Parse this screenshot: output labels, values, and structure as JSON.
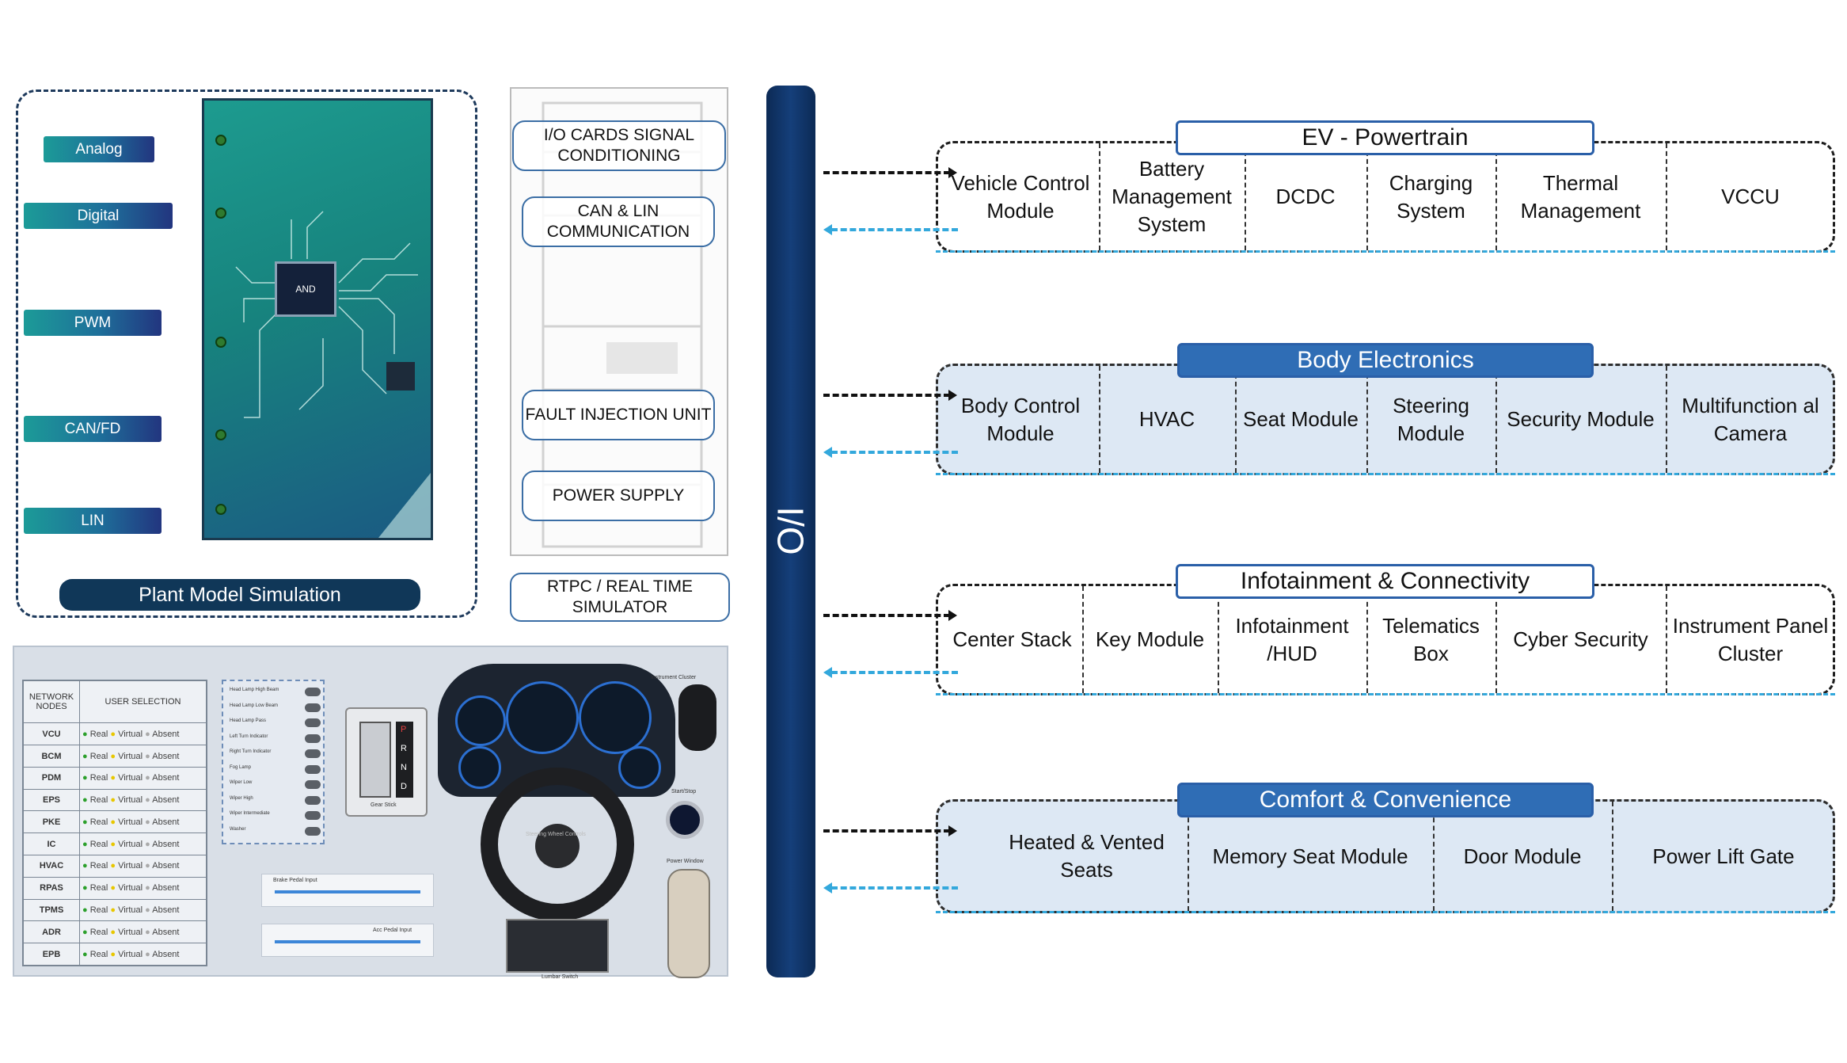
{
  "plant": {
    "signals": [
      "Analog",
      "Digital",
      "PWM",
      "CAN/FD",
      "LIN"
    ],
    "chip_label": "AND",
    "label": "Plant Model Simulation"
  },
  "rtpc": {
    "rack_labels": [
      "I/O CARDS SIGNAL CONDITIONING",
      "CAN & LIN COMMUNICATION",
      "FAULT INJECTION UNIT",
      "POWER SUPPLY"
    ],
    "label": "RTPC / REAL TIME SIMULATOR"
  },
  "dashboard": {
    "table_headers": [
      "NETWORK NODES",
      "USER SELECTION"
    ],
    "nodes": [
      "VCU",
      "BCM",
      "PDM",
      "EPS",
      "PKE",
      "IC",
      "HVAC",
      "RPAS",
      "TPMS",
      "ADR",
      "EPB"
    ],
    "options": [
      "Real",
      "Virtual",
      "Absent"
    ],
    "switches": [
      "Head Lamp High Beam",
      "Head Lamp Low Beam",
      "Head Lamp Pass",
      "Left Turn Indicator",
      "Right Turn Indicator",
      "Fog Lamp",
      "Wiper Low",
      "Wiper High",
      "Wiper Intermediate",
      "Washer"
    ],
    "switch_panel_title": "Combi Switch Control",
    "gear_label": "Gear Stick",
    "gears": [
      "P",
      "R",
      "N",
      "D"
    ],
    "cluster_label": "Instrument Cluster",
    "wheel_label": "Steering Wheel Controls",
    "start_label": "Start/Stop",
    "window_label": "Power Window",
    "brake_label": "Brake Pedal Input",
    "acc_label": "Acc Pedal Input",
    "seat_label": "Lumbar Switch"
  },
  "io": {
    "label": "I/O"
  },
  "groups": [
    {
      "title": "EV - Powertrain",
      "style": "outline",
      "modules": [
        "Vehicle Control Module",
        "Battery Management System",
        "DCDC",
        "Charging System",
        "Thermal Management",
        "VCCU"
      ]
    },
    {
      "title": "Body Electronics",
      "style": "filled",
      "modules": [
        "Body Control Module",
        "HVAC",
        "Seat Module",
        "Steering Module",
        "Security Module",
        "Multifunction al Camera"
      ]
    },
    {
      "title": "Infotainment & Connectivity",
      "style": "outline",
      "modules": [
        "Center Stack",
        "Key Module",
        "Infotainment /HUD",
        "Telematics Box",
        "Cyber Security",
        "Instrument Panel Cluster"
      ]
    },
    {
      "title": "Comfort & Convenience",
      "style": "filled",
      "modules": [
        "Heated & Vented Seats",
        "Memory Seat Module",
        "Door Module",
        "Power Lift Gate"
      ]
    }
  ]
}
